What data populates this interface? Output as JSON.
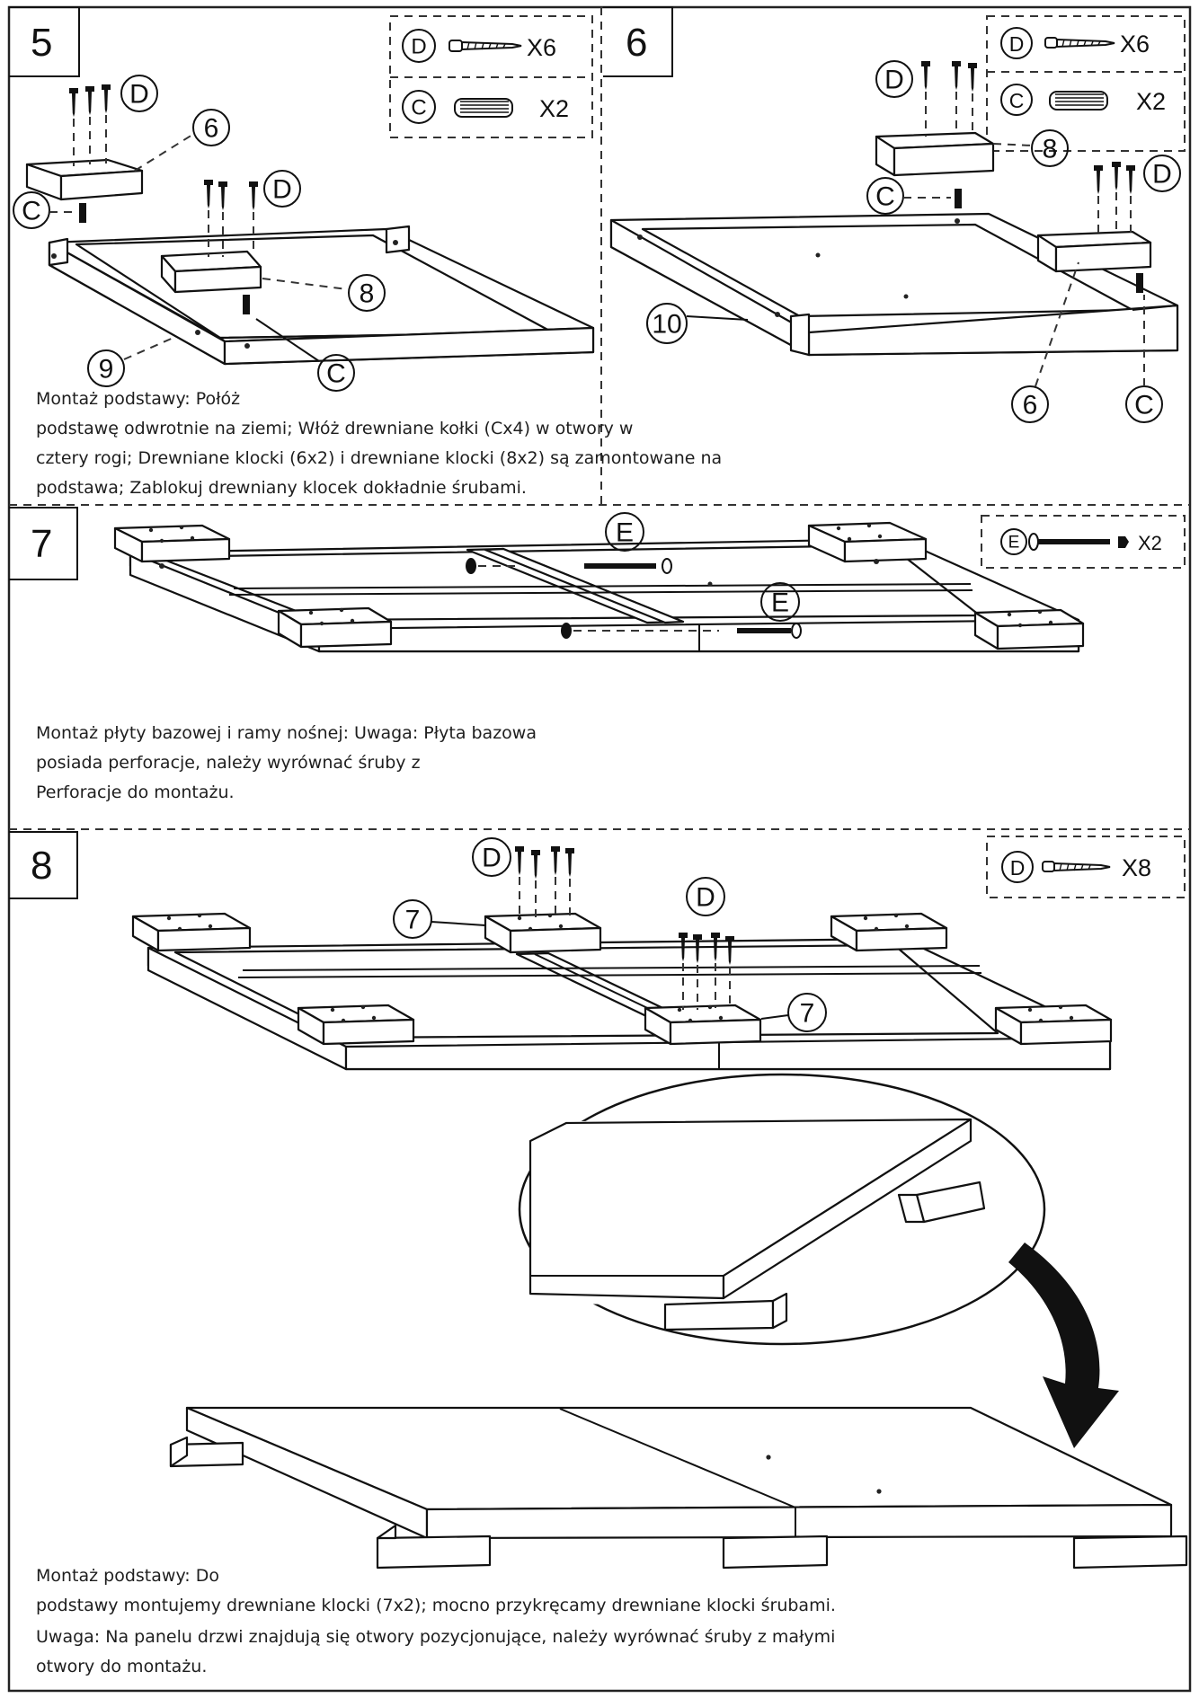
{
  "steps": [
    {
      "number": "5"
    },
    {
      "number": "6"
    },
    {
      "number": "7"
    },
    {
      "number": "8"
    }
  ],
  "hardware": {
    "d": {
      "letter": "D",
      "qty_step5": "X6",
      "qty_step6": "X6",
      "qty_step8": "X8"
    },
    "c": {
      "letter": "C",
      "qty_step5": "X2",
      "qty_step6": "X2"
    },
    "e": {
      "letter": "E",
      "qty_step7": "X2"
    }
  },
  "callouts": {
    "step5": [
      "D",
      "6",
      "C",
      "D",
      "8",
      "9",
      "C"
    ],
    "step6": [
      "D",
      "8",
      "C",
      "D",
      "10",
      "6",
      "C"
    ],
    "step7": [
      "E",
      "E"
    ],
    "step8": [
      "D",
      "7",
      "D",
      "7"
    ]
  },
  "captions": {
    "step5_6": [
      "Montaż  podstawy:  Połóż",
      "podstawę  odwrotnie  na  ziemi;  Włóż drewniane  kołki (Cx4)  w  otwory  w",
      "cztery  rogi;  Drewniane klocki  (6x2) i  drewniane klocki  (8x2) są  zamontowane na",
      "podstawa;  Zablokuj  drewniany klocek  dokładnie śrubami."
    ],
    "step7": [
      "Montaż  płyty  bazowej i  ramy nośnej:  Uwaga: Płyta  bazowa",
      "posiada  perforacje,  należy wyrównać  śruby z",
      "Perforacje  do  montażu."
    ],
    "step8": [
      "Montaż  podstawy:  Do",
      "podstawy  montujemy  drewniane klocki  (7x2); mocno  przykręcamy drewniane  klocki śrubami."
    ],
    "note": [
      "Uwaga:  Na  panelu drzwi  znajdują się  otwory pozycjonujące,  należy wyrównać  śruby z  małymi",
      "otwory  do  montażu."
    ]
  },
  "icons": [
    "screw-icon",
    "dowel-icon",
    "bolt-icon",
    "nut-icon",
    "rotation-arrow-icon"
  ],
  "colors": {
    "line": "#111111",
    "background": "#ffffff",
    "dash": "#333333"
  }
}
